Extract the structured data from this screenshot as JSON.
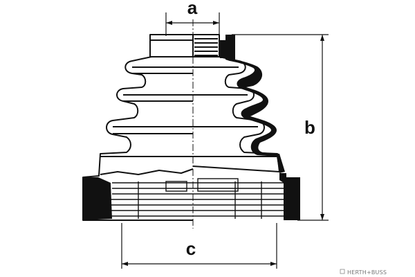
{
  "diagram": {
    "labels": {
      "a": "a",
      "b": "b",
      "c": "c"
    },
    "brand": "HERTH+BUSS",
    "colors": {
      "line": "#111111",
      "fill": "#111111",
      "background": "#ffffff",
      "brand_text": "#777777"
    }
  }
}
